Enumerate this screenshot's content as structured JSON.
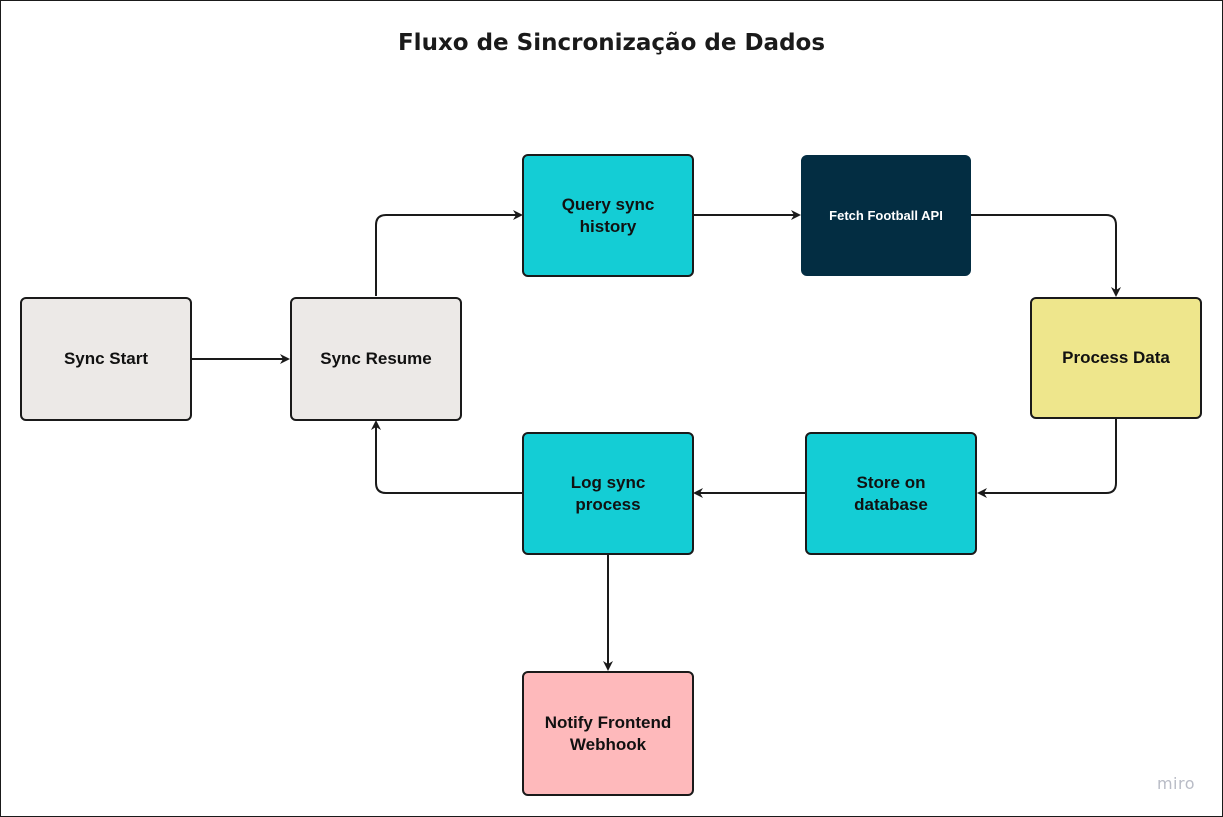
{
  "diagram": {
    "title": "Fluxo de Sincronização de Dados",
    "watermark": "miro",
    "colors": {
      "gray": "#ECE9E7",
      "cyan": "#14CDD5",
      "navy": "#032D42",
      "yellow": "#EEE68C",
      "pink": "#FEB9BB",
      "edge": "#1a1a1a"
    },
    "nodes": {
      "sync_start": "Sync Start",
      "sync_resume": "Sync Resume",
      "query_sync_history": "Query sync\nhistory",
      "fetch_football_api": "Fetch Football API",
      "process_data": "Process Data",
      "store_on_database": "Store on\ndatabase",
      "log_sync_process": "Log sync\nprocess",
      "notify_frontend_webhook": "Notify Frontend\nWebhook"
    },
    "edges": [
      {
        "from": "sync_start",
        "to": "sync_resume"
      },
      {
        "from": "sync_resume",
        "to": "query_sync_history"
      },
      {
        "from": "query_sync_history",
        "to": "fetch_football_api"
      },
      {
        "from": "fetch_football_api",
        "to": "process_data"
      },
      {
        "from": "process_data",
        "to": "store_on_database"
      },
      {
        "from": "store_on_database",
        "to": "log_sync_process"
      },
      {
        "from": "log_sync_process",
        "to": "sync_resume"
      },
      {
        "from": "log_sync_process",
        "to": "notify_frontend_webhook"
      }
    ]
  }
}
